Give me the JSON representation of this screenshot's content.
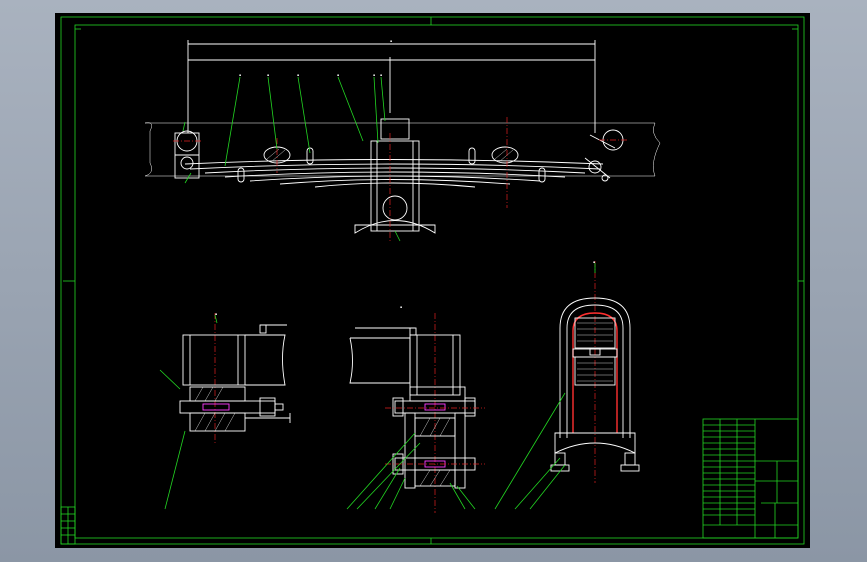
{
  "viewport": {
    "background_color": "#000000",
    "frame_color": "#22d622",
    "line_color": "#ffffff",
    "centerline_color": "#e02020",
    "hidden_color": "#ff3cff"
  },
  "drawing": {
    "views": [
      "main-view-leaf-spring",
      "section-view-front-eye",
      "section-view-rear-eye",
      "section-view-u-bolt"
    ],
    "icons": {
      "view-indicator": "arrow-marker-icon"
    }
  },
  "title_block": {
    "present": true
  },
  "revision_block": {
    "present": true
  }
}
